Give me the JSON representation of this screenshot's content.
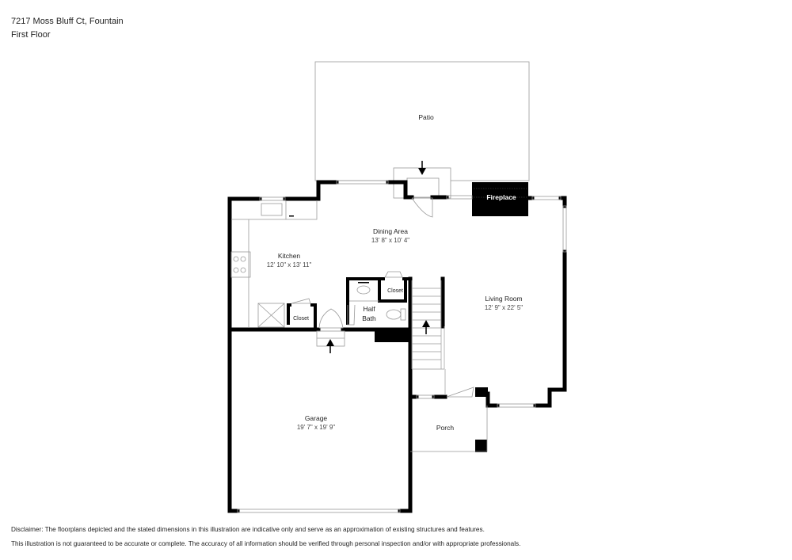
{
  "header": {
    "address": "7217 Moss Bluff Ct, Fountain",
    "floor": "First Floor"
  },
  "rooms": {
    "patio": {
      "name": "Patio"
    },
    "fireplace": {
      "name": "Fireplace"
    },
    "dining": {
      "name": "Dining Area",
      "dims": "13' 8\" x 10' 4\""
    },
    "kitchen": {
      "name": "Kitchen",
      "dims": "12' 10\" x 13' 11\""
    },
    "living": {
      "name": "Living Room",
      "dims": "12' 9\" x 22' 5\""
    },
    "half_bath": {
      "name_line1": "Half",
      "name_line2": "Bath"
    },
    "closet_bath": {
      "name": "Closet"
    },
    "closet_kitchen": {
      "name": "Closet"
    },
    "garage": {
      "name": "Garage",
      "dims": "19' 7\" x 19' 9\""
    },
    "porch": {
      "name": "Porch"
    }
  },
  "disclaimer": {
    "line1": "Disclaimer: The floorplans depicted and the stated dimensions in this illustration are indicative only and serve as an approximation of existing structures and features.",
    "line2": "This illustration is not guaranteed to be accurate or complete. The accuracy of all information should be verified through personal inspection and/or with appropriate professionals."
  },
  "colors": {
    "wall": "#000000",
    "thin_line": "#9a9a9a",
    "background": "#ffffff"
  }
}
